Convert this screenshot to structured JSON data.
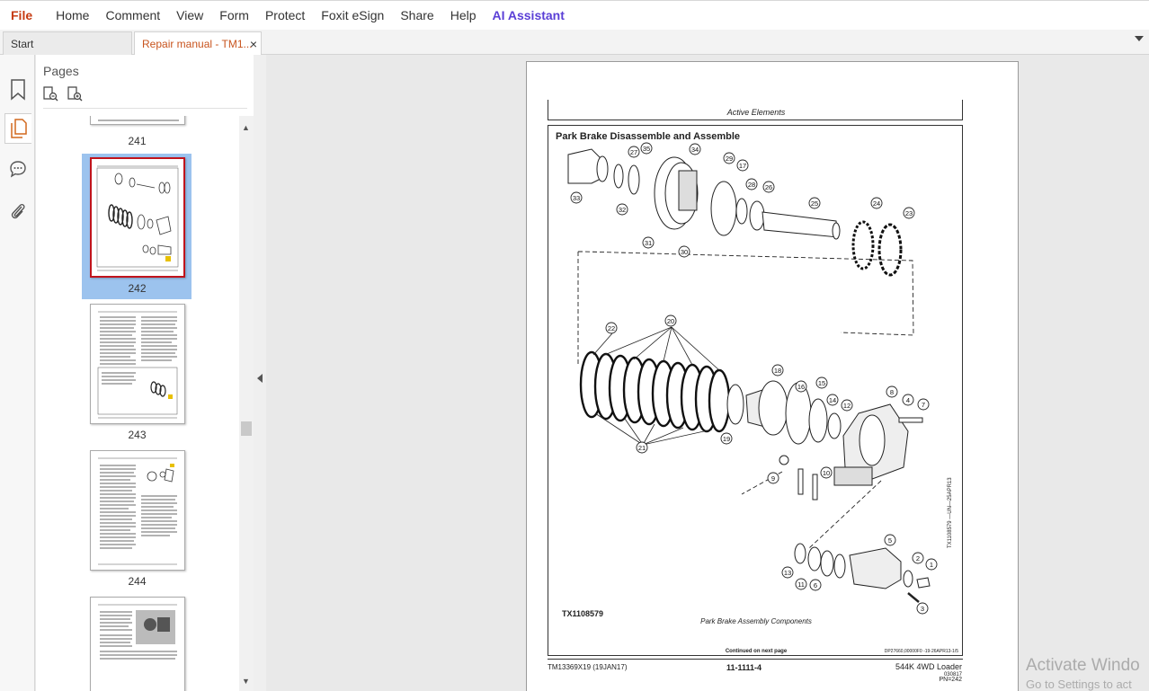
{
  "menu": {
    "items": [
      "File",
      "Home",
      "Comment",
      "View",
      "Form",
      "Protect",
      "Foxit eSign",
      "Share",
      "Help",
      "AI Assistant"
    ]
  },
  "tabs": {
    "start": "Start",
    "document": "Repair manual - TM1...",
    "close": "×"
  },
  "panel": {
    "title": "Pages",
    "thumbnails": [
      {
        "label": "241"
      },
      {
        "label": "242",
        "selected": true
      },
      {
        "label": "243"
      },
      {
        "label": "244"
      }
    ]
  },
  "page": {
    "header": "Active Elements",
    "figure_title": "Park Brake Disassemble and Assemble",
    "figure_code": "TX1108579",
    "figure_caption": "Park Brake Assembly Components",
    "vertical_id": "TX1108579 —UN—25APR13",
    "continued": "Continued on next page",
    "doc_id": "DP27660,00000F0 -19-26APR13-1/5",
    "footer_left": "TM13369X19 (19JAN17)",
    "footer_center": "11-1111-4",
    "footer_right": "544K 4WD Loader",
    "footer_small": "030817",
    "footer_pn": "PN=242",
    "callouts": [
      "1",
      "2",
      "3",
      "4",
      "5",
      "6",
      "7",
      "8",
      "9",
      "10",
      "11",
      "12",
      "13",
      "14",
      "15",
      "16",
      "17",
      "18",
      "19",
      "20",
      "21",
      "22",
      "23",
      "24",
      "25",
      "26",
      "27",
      "28",
      "29",
      "30",
      "31",
      "32",
      "33",
      "34",
      "35"
    ]
  },
  "watermark": {
    "title": "Activate Windo",
    "subtitle": "Go to Settings to act"
  },
  "icons": {
    "bookmark": "bookmark-icon",
    "pages": "pages-icon",
    "comment": "comment-icon",
    "attachment": "attachment-icon"
  }
}
